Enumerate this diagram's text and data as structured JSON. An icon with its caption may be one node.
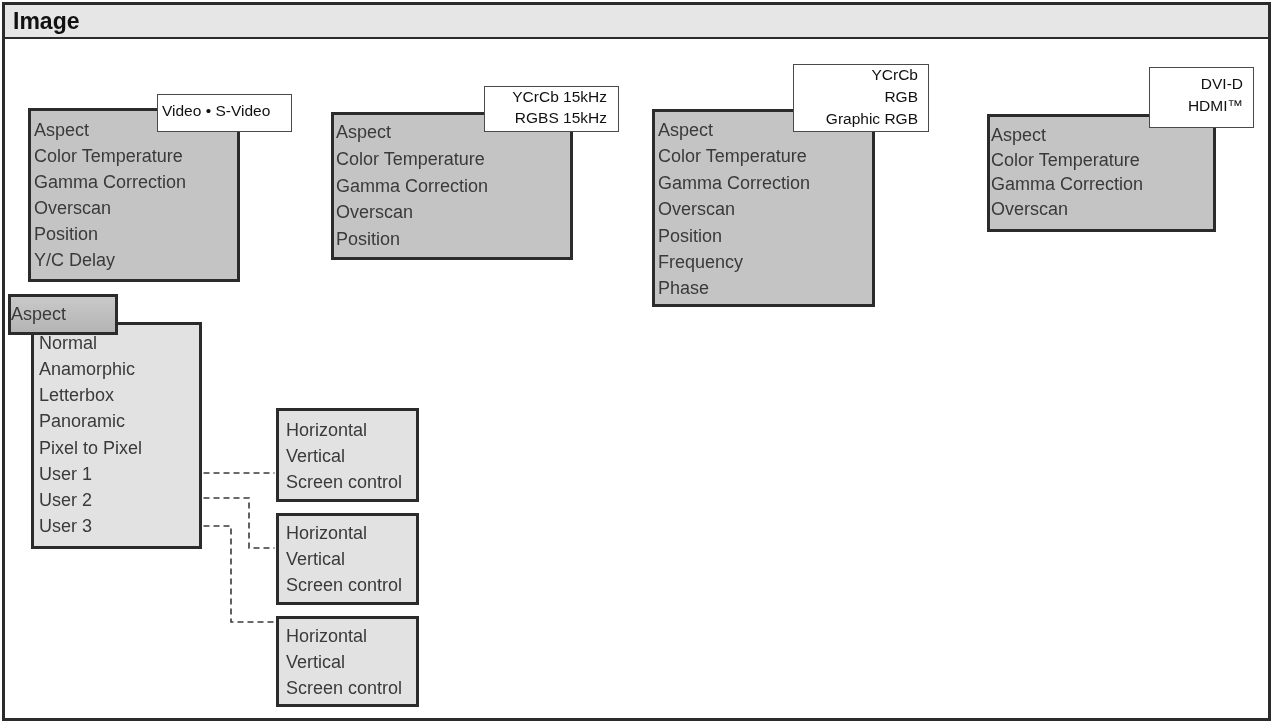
{
  "diagram": {
    "title": "Image",
    "nodes": [
      {
        "text": [
          "Aspect",
          "Color Temperature",
          "Gamma Correction",
          "Overscan",
          "Position",
          "Y/C Delay"
        ]
      },
      {
        "text": [
          "Video • S-Video"
        ]
      },
      {
        "text": [
          "Aspect",
          "Color Temperature",
          "Gamma Correction",
          "Overscan",
          "Position"
        ]
      },
      {
        "text": [
          "YCrCb 15kHz",
          "RGBS 15kHz"
        ]
      },
      {
        "text": [
          "Aspect",
          "Color Temperature",
          "Gamma Correction",
          "Overscan",
          "Position",
          "Frequency",
          "Phase"
        ]
      },
      {
        "text": [
          "YCrCb",
          "RGB",
          "Graphic RGB"
        ]
      },
      {
        "text": [
          "Aspect",
          "Color Temperature",
          "Gamma Correction",
          "Overscan"
        ]
      },
      {
        "text": [
          "DVI-D",
          "HDMI™"
        ]
      },
      {
        "text": [
          "Aspect"
        ]
      },
      {
        "text": [
          "Normal",
          "Anamorphic",
          "Letterbox",
          "Panoramic",
          "Pixel to Pixel",
          "User 1",
          "User 2",
          "User 3"
        ]
      },
      {
        "text": [
          "Horizontal",
          "Vertical",
          "Screen control"
        ]
      },
      {
        "text": [
          "Horizontal",
          "Vertical",
          "Screen control"
        ]
      },
      {
        "text": [
          "Horizontal",
          "Vertical",
          "Screen control"
        ]
      }
    ],
    "edges": [
      {
        "from": 9,
        "to": 10,
        "arrow": "none",
        "style": "dashed"
      },
      {
        "from": 9,
        "to": 11,
        "arrow": "none",
        "style": "dashed"
      },
      {
        "from": 9,
        "to": 12,
        "arrow": "none",
        "style": "dashed"
      }
    ]
  }
}
